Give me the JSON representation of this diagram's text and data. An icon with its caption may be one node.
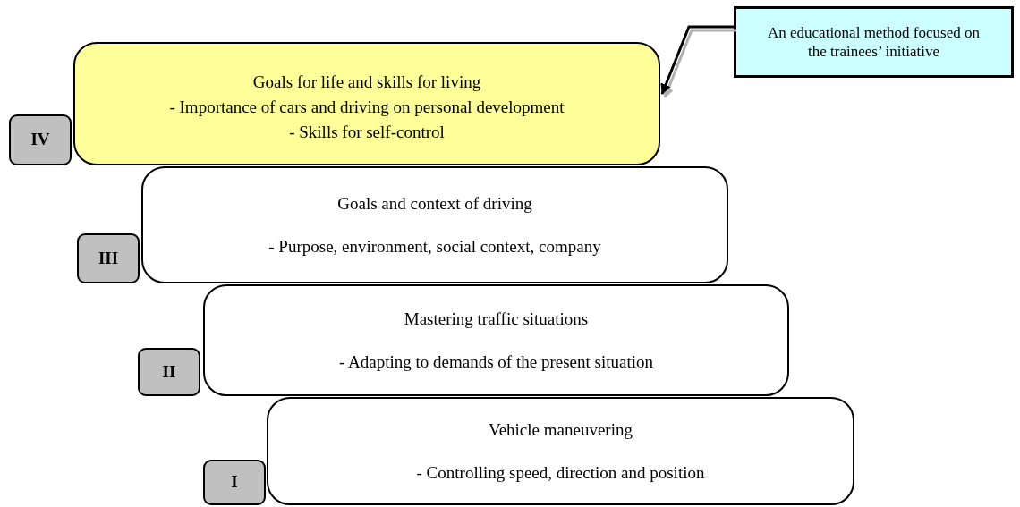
{
  "diagram": {
    "nodes": [
      {
        "text": [
          "Goals for life and skills for living",
          "- Importance of cars and driving on personal development",
          "- Skills for self-control"
        ]
      },
      {
        "text": [
          "IV"
        ]
      },
      {
        "text": [
          "An educational method focused on the trainees’ initiative"
        ]
      },
      {
        "text": [
          "Goals and context of driving",
          "- Purpose, environment, social context, company"
        ]
      },
      {
        "text": [
          "III"
        ]
      },
      {
        "text": [
          "Mastering traffic situations",
          "- Adapting to demands of the present situation"
        ]
      },
      {
        "text": [
          "II"
        ]
      },
      {
        "text": [
          "Vehicle maneuvering",
          "- Controlling speed, direction and position"
        ]
      },
      {
        "text": [
          "I"
        ]
      }
    ],
    "edges": [
      {
        "from": 2,
        "to": 0,
        "arrow": "to"
      }
    ]
  }
}
